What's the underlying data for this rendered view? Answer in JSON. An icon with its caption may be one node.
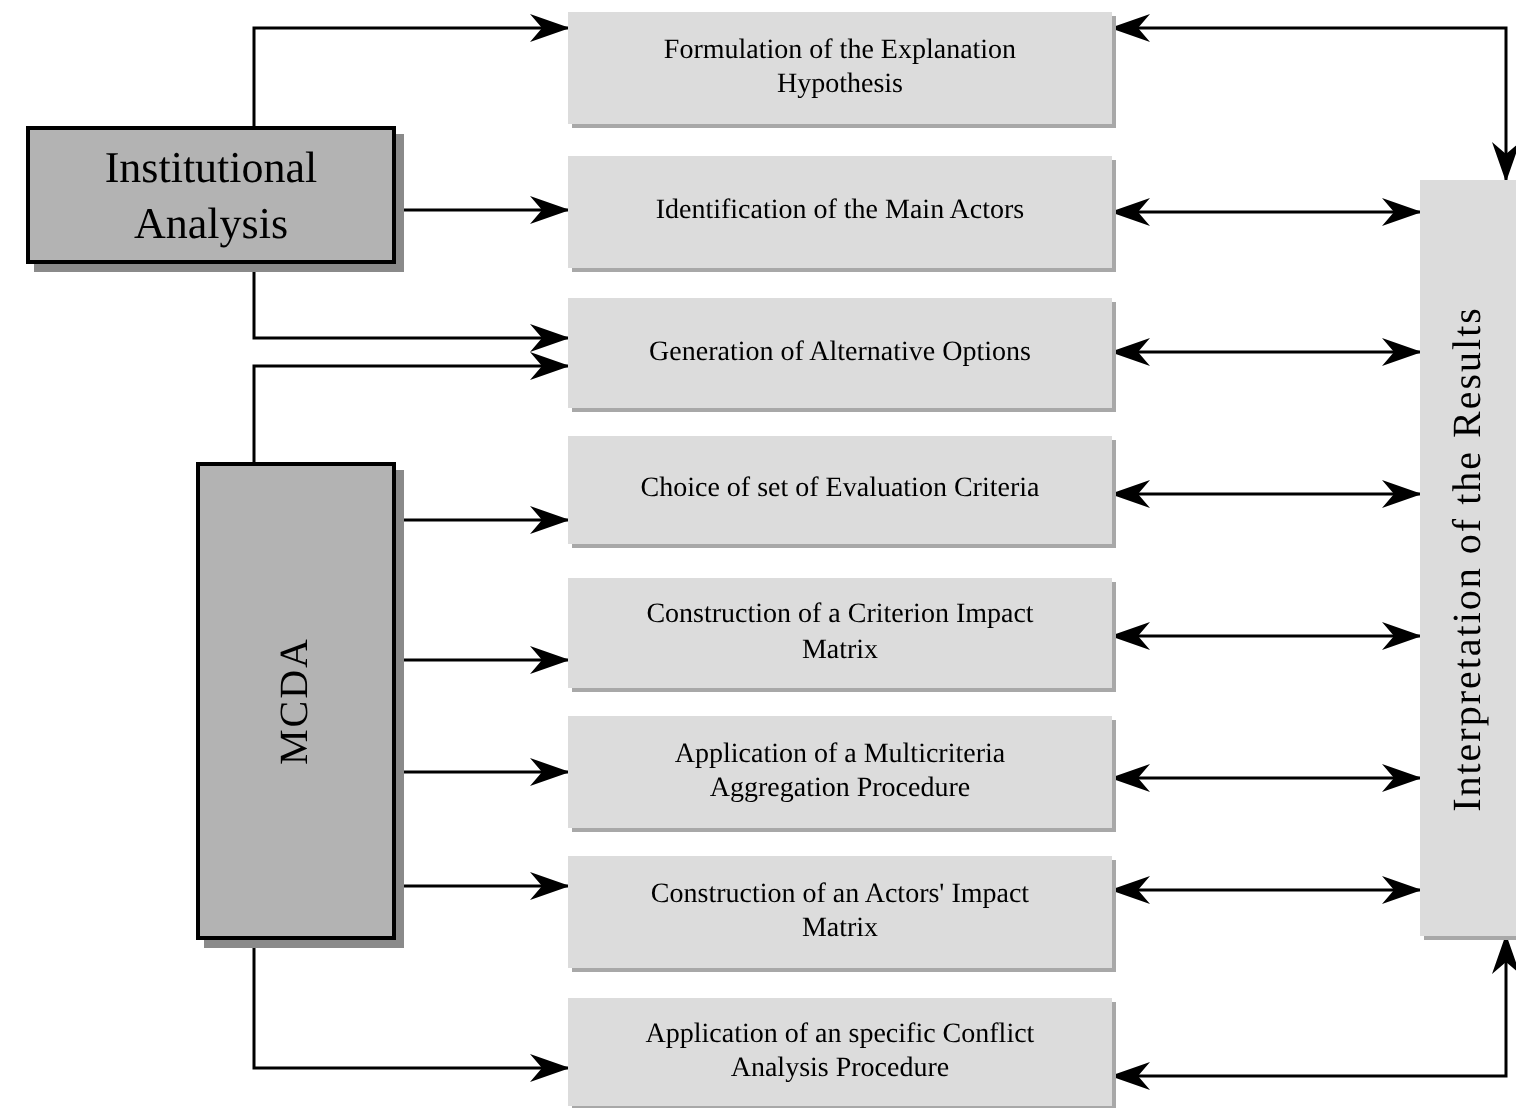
{
  "diagram": {
    "nodes": [
      {
        "text": [
          "Institutional Analysis"
        ]
      },
      {
        "text": [
          "MCDA"
        ]
      },
      {
        "text": [
          "Formulation of the Explanation Hypothesis"
        ]
      },
      {
        "text": [
          "Identification of the Main Actors"
        ]
      },
      {
        "text": [
          "Generation of Alternative Options"
        ]
      },
      {
        "text": [
          "Choice of set of Evaluation Criteria"
        ]
      },
      {
        "text": [
          "Construction of a Criterion Impact Matrix"
        ]
      },
      {
        "text": [
          "Application of a Multicriteria Aggregation Procedure"
        ]
      },
      {
        "text": [
          "Construction of an Actors' Impact Matrix"
        ]
      },
      {
        "text": [
          "Application of an specific Conflict Analysis Procedure"
        ]
      },
      {
        "text": [
          "Interpretation of the Results"
        ]
      }
    ],
    "edges": [
      {
        "from": 0,
        "to": 2,
        "arrow": "to"
      },
      {
        "from": 0,
        "to": 3,
        "arrow": "to"
      },
      {
        "from": 0,
        "to": 4,
        "arrow": "to"
      },
      {
        "from": 1,
        "to": 4,
        "arrow": "to"
      },
      {
        "from": 1,
        "to": 5,
        "arrow": "to"
      },
      {
        "from": 1,
        "to": 6,
        "arrow": "to"
      },
      {
        "from": 1,
        "to": 7,
        "arrow": "to"
      },
      {
        "from": 1,
        "to": 8,
        "arrow": "to"
      },
      {
        "from": 1,
        "to": 9,
        "arrow": "to"
      },
      {
        "from": 2,
        "to": 10,
        "arrow": "both"
      },
      {
        "from": 3,
        "to": 10,
        "arrow": "both"
      },
      {
        "from": 4,
        "to": 10,
        "arrow": "both"
      },
      {
        "from": 5,
        "to": 10,
        "arrow": "both"
      },
      {
        "from": 6,
        "to": 10,
        "arrow": "both"
      },
      {
        "from": 7,
        "to": 10,
        "arrow": "both"
      },
      {
        "from": 8,
        "to": 10,
        "arrow": "both"
      },
      {
        "from": 9,
        "to": 10,
        "arrow": "both"
      }
    ]
  }
}
